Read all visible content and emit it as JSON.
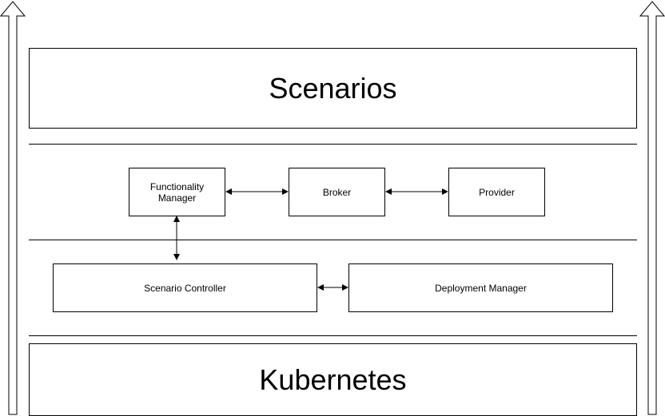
{
  "layers": {
    "top": "Scenarios",
    "bottom": "Kubernetes"
  },
  "components": {
    "functionality_manager": "Functionality\nManager",
    "broker": "Broker",
    "provider": "Provider",
    "scenario_controller": "Scenario Controller",
    "deployment_manager": "Deployment Manager"
  },
  "colors": {
    "stroke": "#000000",
    "fill": "#ffffff"
  }
}
